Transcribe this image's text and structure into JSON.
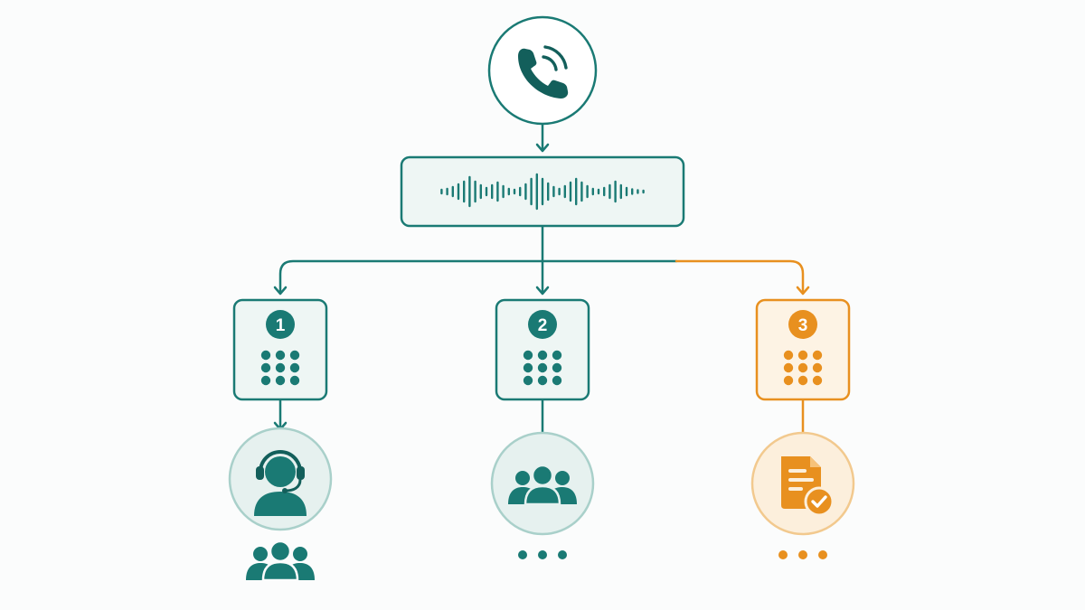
{
  "colors": {
    "teal": "#1a7a74",
    "teal_dark": "#135f5b",
    "teal_fill": "#eef6f4",
    "teal_circle_fill": "#e6f1ef",
    "teal_circle_stroke": "#a9d0ca",
    "orange": "#e8901f",
    "orange_fill": "#fdf3e4",
    "orange_circle_fill": "#fcefdc",
    "orange_circle_stroke": "#f2c98e",
    "background": "#fbfcfc"
  },
  "diagram": {
    "source": {
      "icon": "phone-ringing-icon"
    },
    "audio_box": {
      "icon": "sound-waveform-icon"
    },
    "branches": [
      {
        "number": "1",
        "keypad_icon": "keypad-icon",
        "result_icon": "agent-headset-icon",
        "extra_icon": "group-icon",
        "accent": "teal"
      },
      {
        "number": "2",
        "keypad_icon": "keypad-icon",
        "result_icon": "group-icon",
        "extra_icon": "ellipsis-icon",
        "accent": "teal"
      },
      {
        "number": "3",
        "keypad_icon": "keypad-icon",
        "result_icon": "document-check-icon",
        "extra_icon": "ellipsis-icon",
        "accent": "orange"
      }
    ]
  }
}
